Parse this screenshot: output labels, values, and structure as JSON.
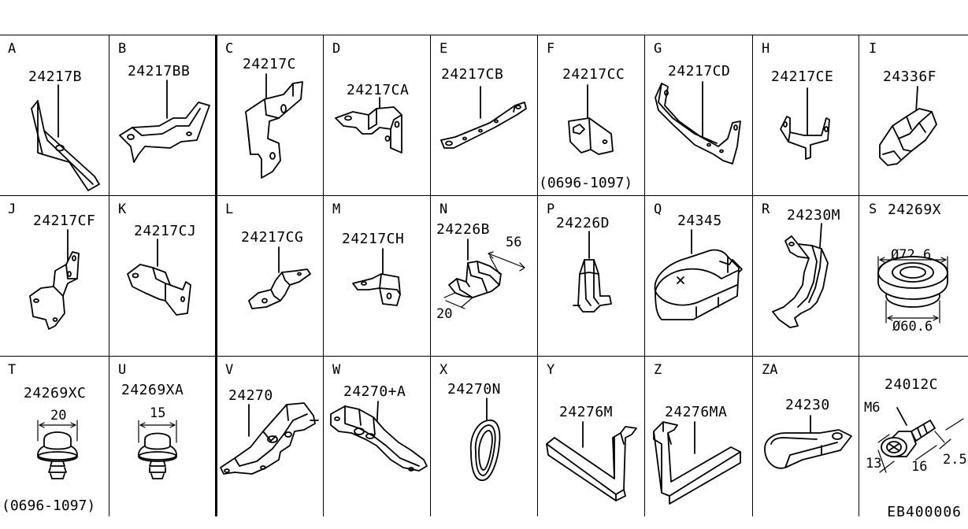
{
  "figure_id": "EB400006",
  "cells": [
    {
      "letter": "A",
      "part": "24217B"
    },
    {
      "letter": "B",
      "part": "24217BB"
    },
    {
      "letter": "C",
      "part": "24217C"
    },
    {
      "letter": "D",
      "part": "24217CA"
    },
    {
      "letter": "E",
      "part": "24217CB"
    },
    {
      "letter": "F",
      "part": "24217CC",
      "note": "(0696-1097)"
    },
    {
      "letter": "G",
      "part": "24217CD"
    },
    {
      "letter": "H",
      "part": "24217CE"
    },
    {
      "letter": "I",
      "part": "24336F"
    },
    {
      "letter": "J",
      "part": "24217CF"
    },
    {
      "letter": "K",
      "part": "24217CJ"
    },
    {
      "letter": "L",
      "part": "24217CG"
    },
    {
      "letter": "M",
      "part": "24217CH"
    },
    {
      "letter": "N",
      "part": "24226B",
      "dims": [
        "56",
        "20"
      ]
    },
    {
      "letter": "P",
      "part": "24226D"
    },
    {
      "letter": "Q",
      "part": "24345"
    },
    {
      "letter": "R",
      "part": "24230M"
    },
    {
      "letter": "S",
      "part": "24269X",
      "dims": [
        "Ø72.6",
        "Ø60.6"
      ]
    },
    {
      "letter": "T",
      "part": "24269XC",
      "dims": [
        "20"
      ],
      "note": "(0696-1097)"
    },
    {
      "letter": "U",
      "part": "24269XA",
      "dims": [
        "15"
      ]
    },
    {
      "letter": "V",
      "part": "24270"
    },
    {
      "letter": "W",
      "part": "24270+A"
    },
    {
      "letter": "X",
      "part": "24270N"
    },
    {
      "letter": "Y",
      "part": "24276M"
    },
    {
      "letter": "Z",
      "part": "24276MA"
    },
    {
      "letter": "ZA",
      "part": "24230"
    },
    {
      "letter": "",
      "part": "24012C",
      "dims": [
        "M6",
        "13",
        "16",
        "2.5"
      ]
    }
  ]
}
